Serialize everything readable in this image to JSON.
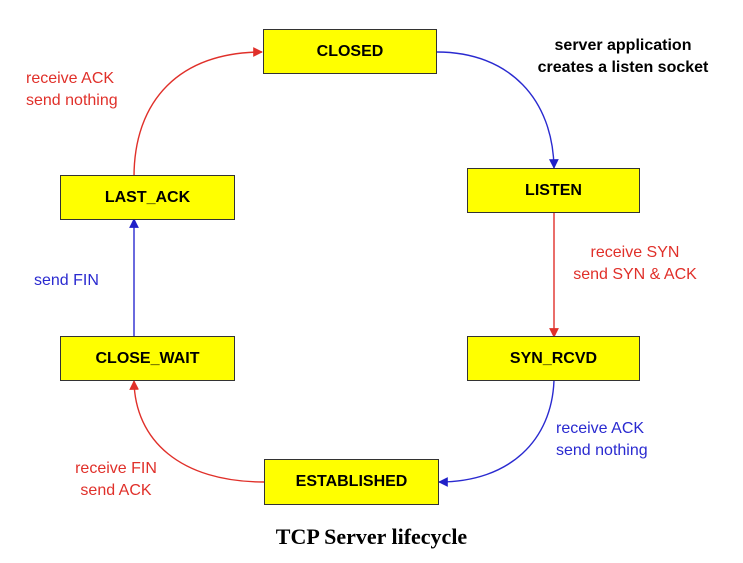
{
  "states": {
    "closed": "CLOSED",
    "listen": "LISTEN",
    "syn_rcvd": "SYN_RCVD",
    "established": "ESTABLISHED",
    "close_wait": "CLOSE_WAIT",
    "last_ack": "LAST_ACK"
  },
  "annotations": {
    "server_app_line1": "server application",
    "server_app_line2": "creates a listen socket",
    "syn_line1": "receive SYN",
    "syn_line2": "send SYN & ACK",
    "ack_right_line1": "receive  ACK",
    "ack_right_line2": "send nothing",
    "fin_line1": "receive FIN",
    "fin_line2": "send ACK",
    "send_fin": "send FIN",
    "ack_left_line1": "receive  ACK",
    "ack_left_line2": "send nothing"
  },
  "caption": "TCP Server lifecycle",
  "colors": {
    "state_fill": "#ffff00",
    "red_transition": "#e0302a",
    "blue_transition": "#2a2ad0"
  }
}
